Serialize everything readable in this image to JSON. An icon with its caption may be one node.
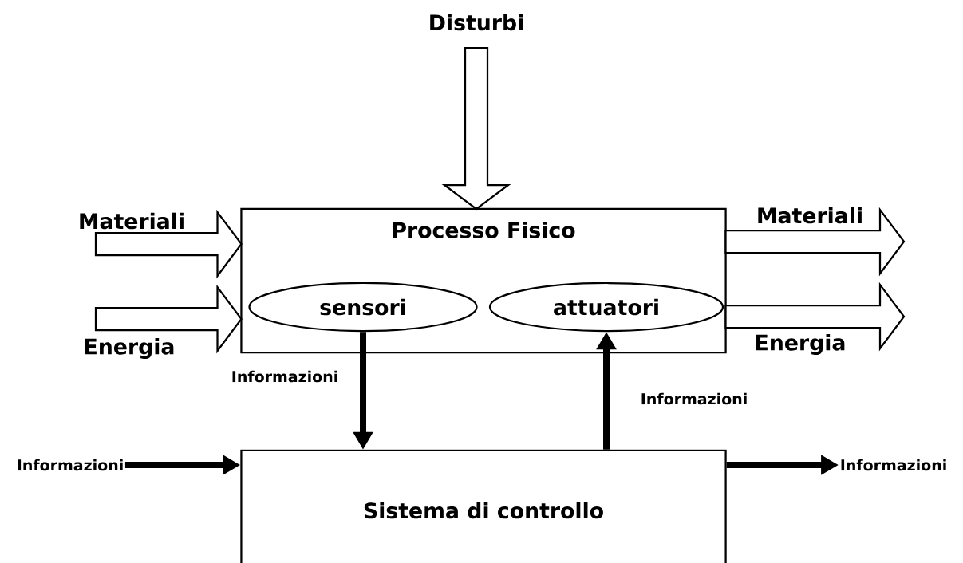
{
  "diagram": {
    "nodes": [
      {
        "text": [
          "Processo Fisico"
        ]
      },
      {
        "text": [
          "sensori"
        ],
        "in": 0
      },
      {
        "text": [
          "attuatori"
        ],
        "in": 0
      },
      {
        "text": [
          "Sistema di controllo"
        ]
      },
      {
        "text": [
          "Informazioni"
        ]
      },
      {
        "text": [
          "Informazioni"
        ]
      }
    ],
    "edges": [
      {
        "from": null,
        "to": 0,
        "arrow": "to",
        "label": "Disturbi"
      },
      {
        "from": null,
        "to": 0,
        "arrow": "to",
        "label": "Materiali"
      },
      {
        "from": null,
        "to": 0,
        "arrow": "to",
        "label": "Energia"
      },
      {
        "from": 0,
        "to": null,
        "arrow": "to",
        "label": "Materiali"
      },
      {
        "from": 0,
        "to": null,
        "arrow": "to",
        "label": "Energia"
      },
      {
        "from": 1,
        "to": 3,
        "arrow": "to",
        "label": "Informazioni"
      },
      {
        "from": 3,
        "to": 2,
        "arrow": "to",
        "label": "Informazioni"
      },
      {
        "from": 4,
        "to": 3,
        "arrow": "to"
      },
      {
        "from": 3,
        "to": 5,
        "arrow": "to"
      }
    ]
  }
}
